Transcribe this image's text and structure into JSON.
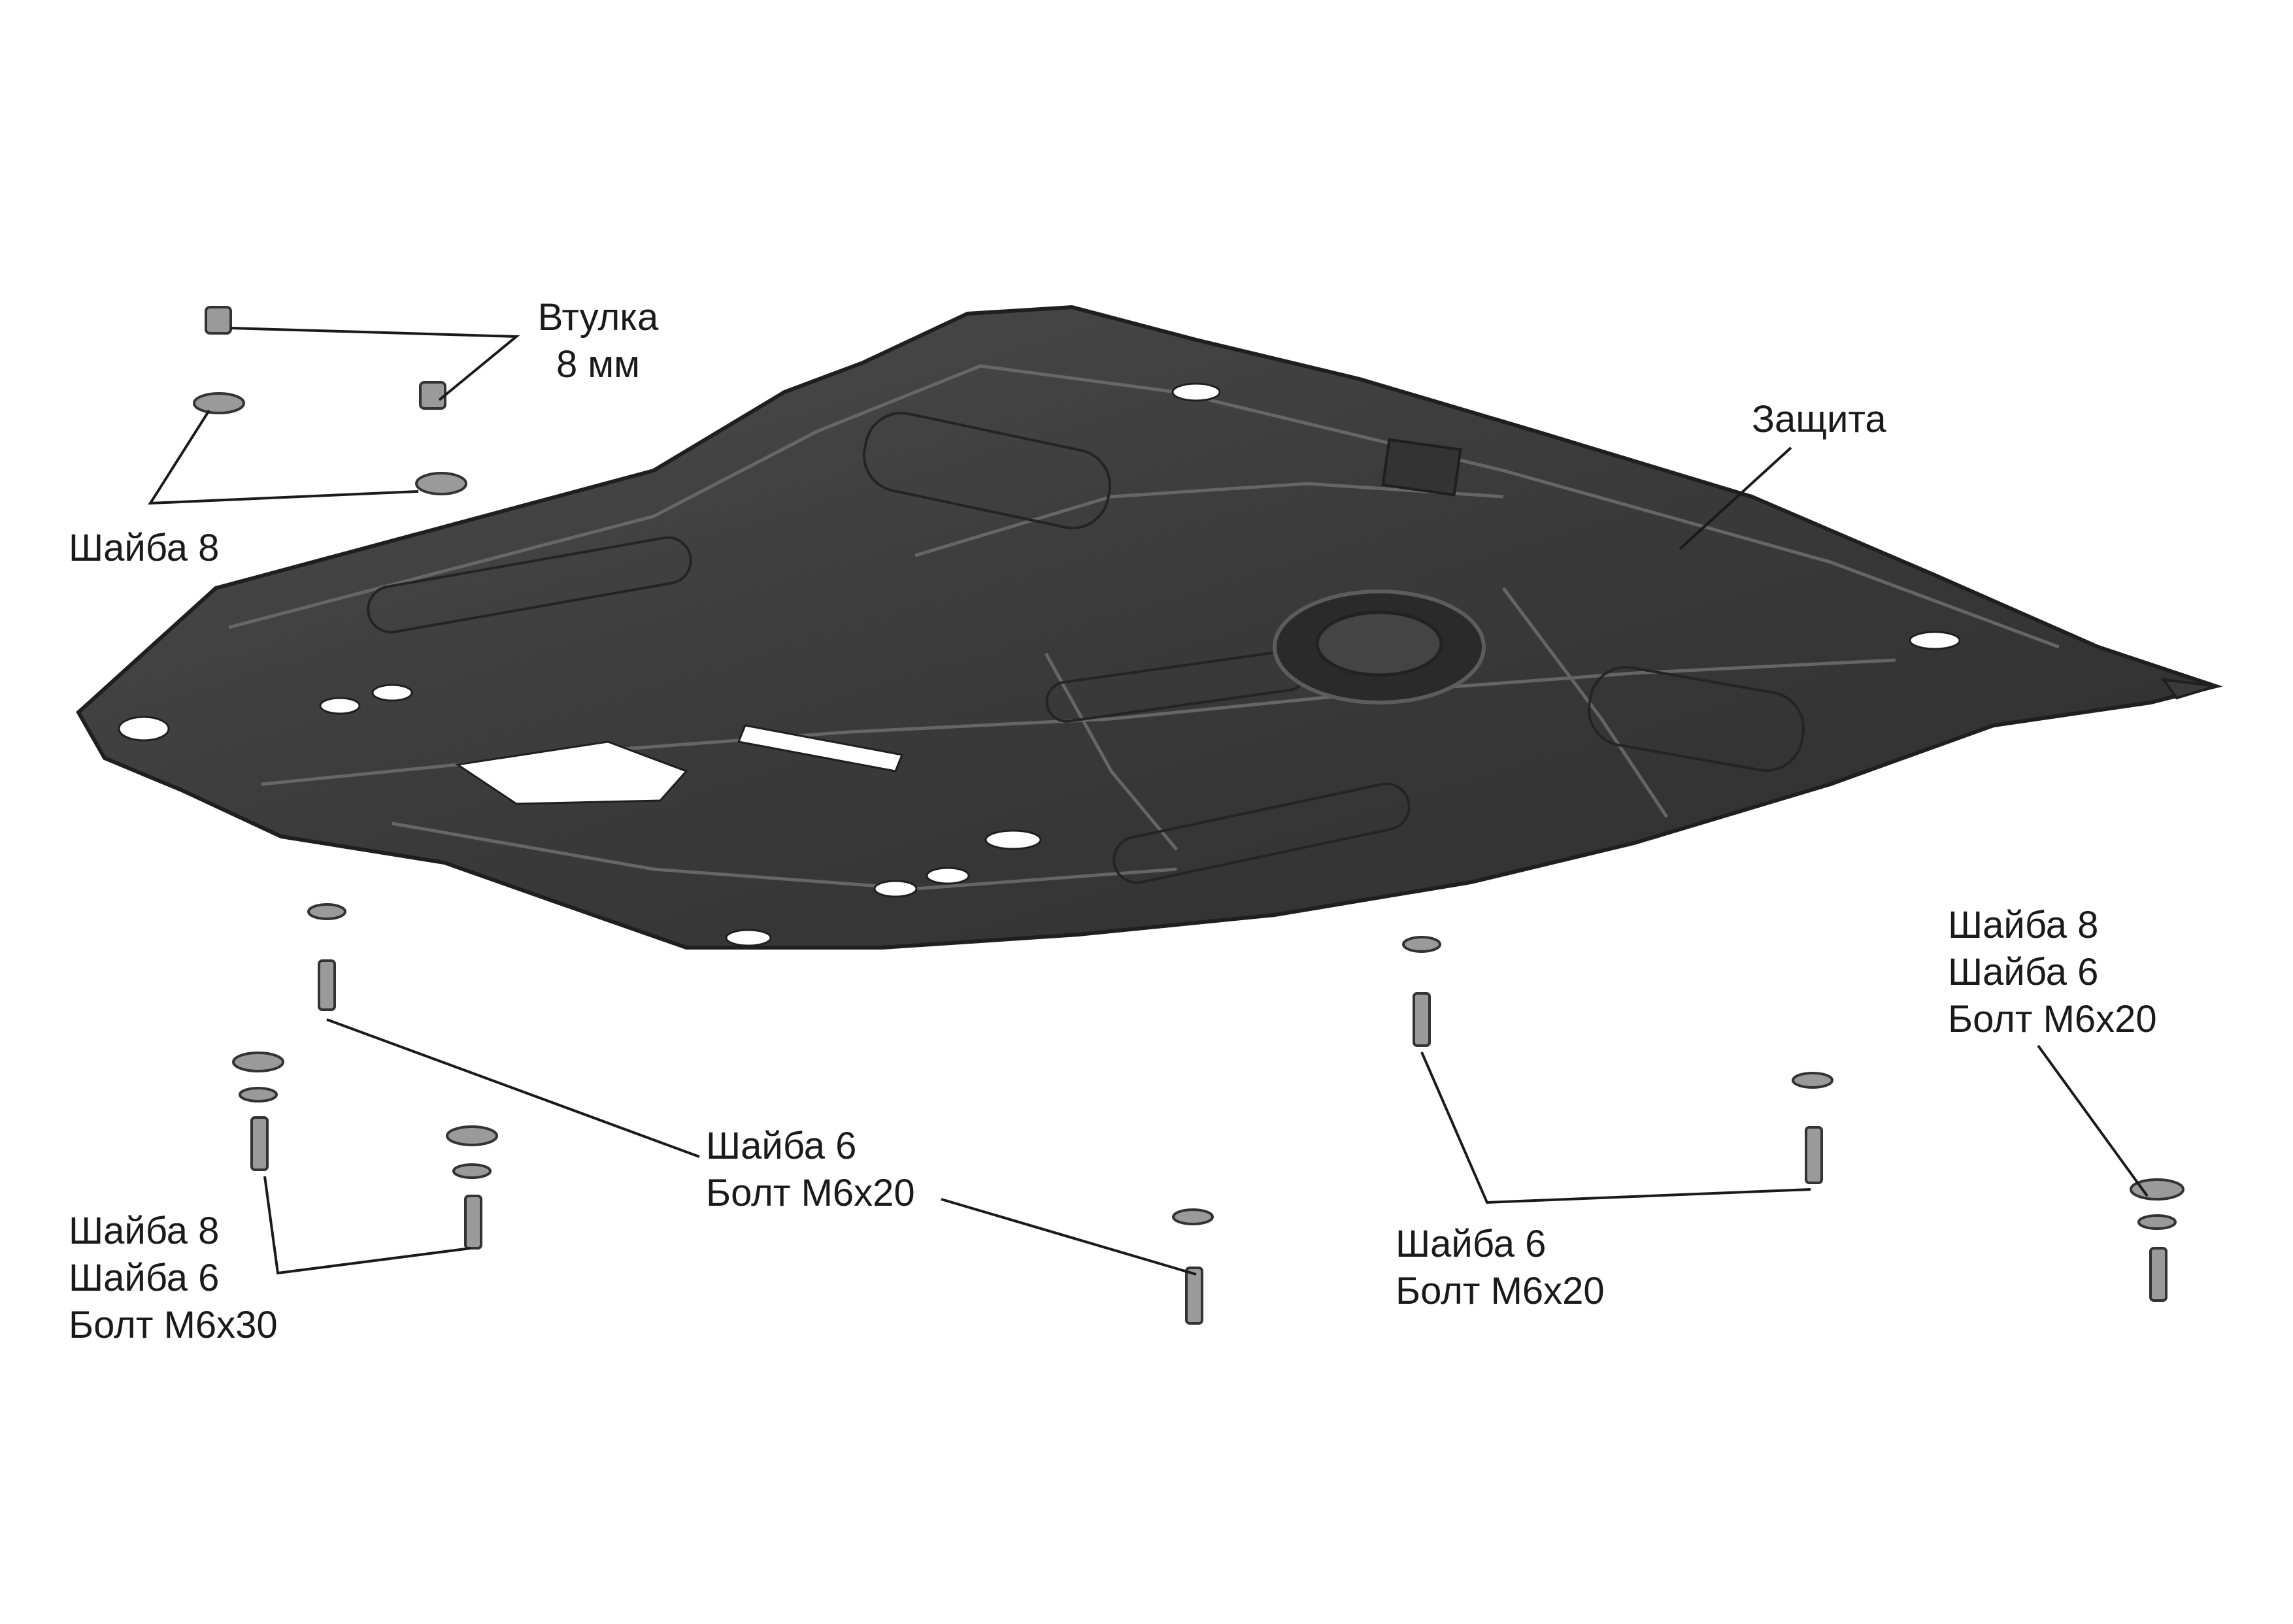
{
  "labels": {
    "vtulka": [
      "Втулка",
      "8 мм"
    ],
    "shaiba8_top": [
      "Шайба 8"
    ],
    "zashchita": [
      "Защита"
    ],
    "right_group": [
      "Шайба 8",
      "Шайба 6",
      "Болт М6х20"
    ],
    "center_group": [
      "Шайба 6",
      "Болт М6х20"
    ],
    "left_group": [
      "Шайба 8",
      "Шайба 6",
      "Болт М6х30"
    ],
    "right_center_group": [
      "Шайба 6",
      "Болт М6х20"
    ]
  }
}
